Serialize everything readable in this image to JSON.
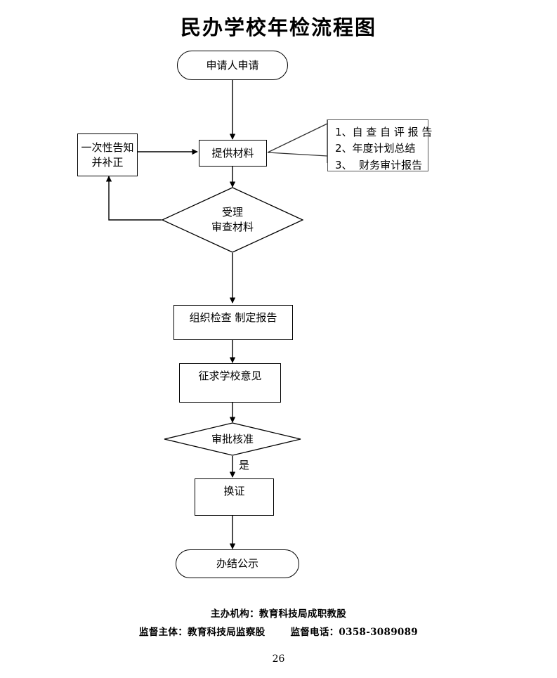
{
  "document": {
    "title": "民办学校年检流程图",
    "page_number": "26"
  },
  "flowchart": {
    "type": "flowchart",
    "nodes": [
      {
        "id": "apply",
        "shape": "terminal",
        "label": "申请人申请"
      },
      {
        "id": "notify",
        "shape": "process",
        "label_line1": "一次性告知",
        "label_line2": "并补正"
      },
      {
        "id": "submit",
        "shape": "process",
        "label": "提供材料"
      },
      {
        "id": "review",
        "shape": "decision",
        "label_line1": "受理",
        "label_line2": "审查材料"
      },
      {
        "id": "inspect",
        "shape": "process",
        "label": "组织检查 制定报告"
      },
      {
        "id": "opinion",
        "shape": "process",
        "label": "征求学校意见"
      },
      {
        "id": "approve",
        "shape": "decision",
        "label": "审批核准"
      },
      {
        "id": "renew",
        "shape": "process",
        "label": "换证"
      },
      {
        "id": "publish",
        "shape": "terminal",
        "label": "办结公示"
      }
    ],
    "edges": [
      {
        "from": "apply",
        "to": "submit",
        "label": ""
      },
      {
        "from": "notify",
        "to": "submit",
        "label": ""
      },
      {
        "from": "submit",
        "to": "review",
        "label": ""
      },
      {
        "from": "review",
        "to": "notify",
        "label": ""
      },
      {
        "from": "review",
        "to": "inspect",
        "label": ""
      },
      {
        "from": "inspect",
        "to": "opinion",
        "label": ""
      },
      {
        "from": "opinion",
        "to": "approve",
        "label": ""
      },
      {
        "from": "approve",
        "to": "renew",
        "label": "是"
      },
      {
        "from": "renew",
        "to": "publish",
        "label": ""
      }
    ],
    "edge_labels": {
      "approve_yes": "是"
    },
    "materials_note": {
      "title": "",
      "items": [
        "1、自 查 自 评 报 告",
        "2、年度计划总结",
        "3、  财务审计报告"
      ]
    }
  },
  "footer": {
    "line1": "主办机构：教育科技局成职教股",
    "line2_a": "监督主体：教育科技局监察股",
    "line2_b": "监督电话：0358-3089089"
  },
  "colors": {
    "stroke": "#000000",
    "note_stroke": "#555555",
    "background": "#ffffff",
    "text": "#000000"
  }
}
